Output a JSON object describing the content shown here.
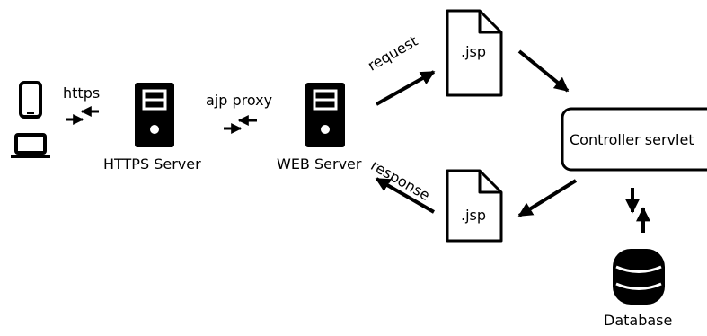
{
  "labels": {
    "https": "https",
    "https_server": "HTTPS Server",
    "ajp_proxy": "ajp proxy",
    "web_server": "WEB Server",
    "request": "request",
    "response": "response",
    "jsp_top": ".jsp",
    "jsp_bottom": ".jsp",
    "controller": "Controller servlet",
    "database": "Database"
  },
  "icons": [
    "phone-icon",
    "laptop-icon",
    "server-icon",
    "file-icon",
    "database-icon"
  ],
  "colors": {
    "stroke": "#000000",
    "background": "#ffffff"
  }
}
